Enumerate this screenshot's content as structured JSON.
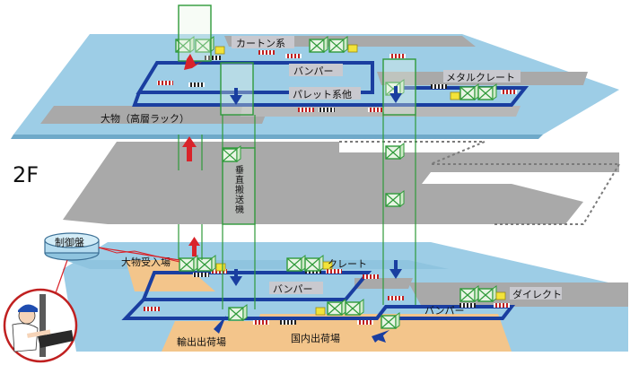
{
  "floor_label": "2F",
  "top_floor": {
    "carton": "カートン系",
    "bumper": "バンパー",
    "metal_crate": "メタルクレート",
    "pallet": "パレット系他",
    "large_rack": "大物（高層ラック）"
  },
  "lift_label": "垂直搬送機",
  "control_panel": "制御盤",
  "bottom_floor": {
    "receiving": "大物受入場",
    "crate": "クレート",
    "bumper": "バンパー",
    "direct": "ダイレクト",
    "bumper2": "バンパー",
    "export": "輸出出荷場",
    "domestic": "国内出荷場"
  },
  "colors": {
    "floor_blue": "#9dcde6",
    "floor_gray": "#a9a9a9",
    "conveyor": "#1a3ea0",
    "box_green": "#2f9a3a",
    "arrow_red": "#d9232a",
    "shipping_orange": "#f3c58b",
    "label_pad": "#c9c9cf"
  }
}
